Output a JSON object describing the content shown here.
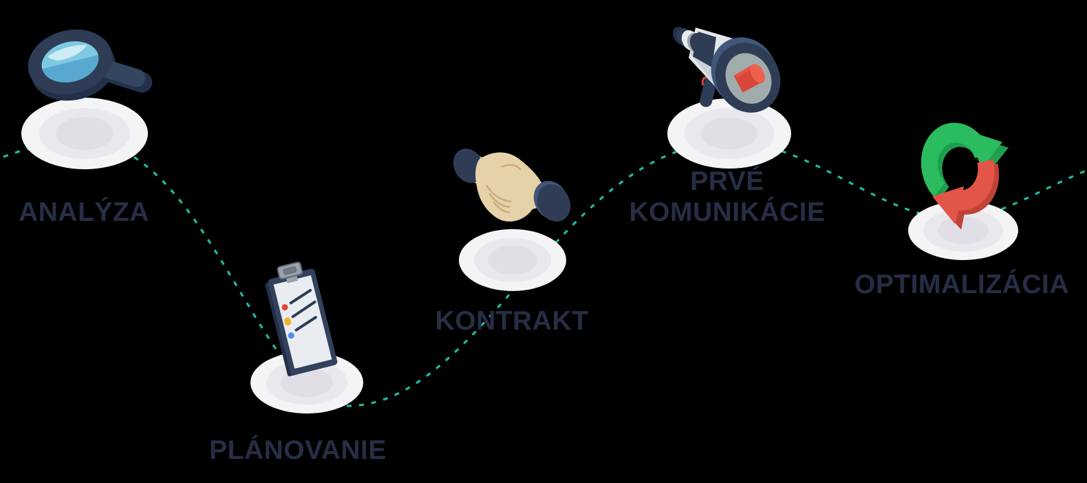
{
  "diagram": {
    "type": "process-flow",
    "background_color": "#000000",
    "connector": {
      "style": "dashed",
      "color": "#1dbda1"
    },
    "label_color": "#272d45",
    "steps": [
      {
        "label": "ANALÝZA",
        "icon": "magnifier-icon"
      },
      {
        "label": "PLÁNOVANIE",
        "icon": "clipboard-icon"
      },
      {
        "label": "KONTRAKT",
        "icon": "handshake-icon"
      },
      {
        "label": "PRVÉ KOMUNIKÁCIE",
        "icon": "megaphone-icon"
      },
      {
        "label": "OPTIMALIZÁCIA",
        "icon": "refresh-cycle-icon"
      }
    ],
    "icon_colors": {
      "connector": "#1dbda1",
      "label_color": "#272d45",
      "navy": "#2e3c56",
      "navy_dark": "#22304a",
      "navy_mid": "#33455f",
      "navy_light": "#42567a",
      "lens_blue": "#58a8cf",
      "lens_light": "#7fc9e2",
      "lens_glare": "#cdecf6",
      "board_navy": "#32415c",
      "paper": "#e9ecf1",
      "clip_gray": "#97a2ad",
      "dot_red": "#e2453a",
      "dot_yellow": "#f2b32c",
      "dot_blue": "#4a90e2",
      "hand_skin": "#e6d2a8",
      "hand_shadow": "#d9bf90",
      "hand_crease": "#c9ad7c",
      "shirt_white": "#eceff1",
      "megaphone_body": "#e3e8ea",
      "megaphone_shade": "#c9d3d9",
      "megaphone_inner": "#a0acab",
      "megaphone_red": "#d9463a",
      "megaphone_red_light": "#ef5f4e",
      "arrow_green": "#2abc5f",
      "arrow_green_dark": "#1f9e4e",
      "arrow_red": "#e25548",
      "arrow_red_dark": "#bf4337",
      "platform_outer": "#f4f4f6",
      "platform_mid": "#e9e9ed",
      "platform_inner": "#dfdfe5"
    }
  }
}
